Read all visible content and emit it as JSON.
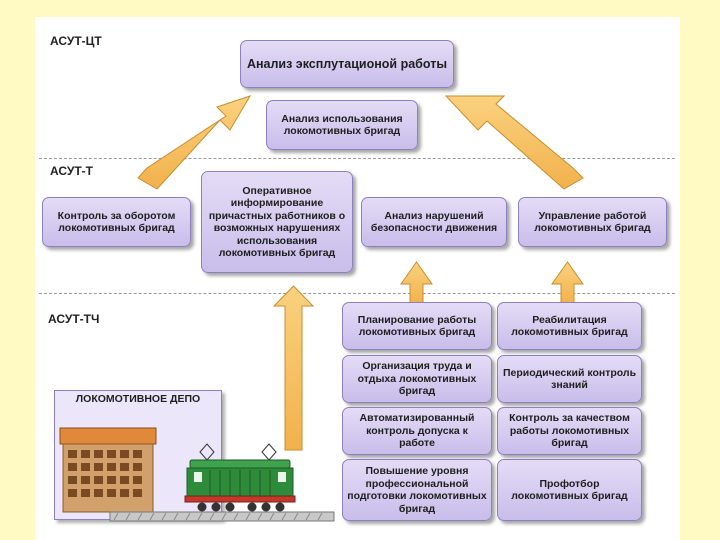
{
  "levels": {
    "ct": "АСУТ-ЦТ",
    "t": "АСУТ-Т",
    "tch": "АСУТ-ТЧ"
  },
  "top": {
    "analysis_main": "Анализ эксплутационой работы",
    "analysis_usage": "Анализ использования локомотивных бригад"
  },
  "middle": {
    "control_turnover": "Контроль за оборотом локомотивных бригад",
    "operative_info": "Оперативное информирование причастных работников о возможных нарушениях использования локомотивных бригад",
    "safety_analysis": "Анализ нарушений безопасности движения",
    "work_management": "Управление работой локомотивных бригад"
  },
  "bottom_left": {
    "planning": "Планирование работы локомотивных бригад",
    "organization": "Организация труда и отдыха локомотивных бригад",
    "auto_control": "Автоматизированный контроль допуска к работе",
    "skill_raise": "Повышение уровня профессиональной подготовки локомотивных бригад"
  },
  "bottom_right": {
    "rehabilitation": "Реабилитация локомотивных бригад",
    "periodic_control": "Периодический контроль знаний",
    "quality_control": "Контроль за качеством работы локомотивных бригад",
    "selection": "Профотбор локомотивных бригад"
  },
  "depot": {
    "title": "ЛОКОМОТИВНОЕ ДЕПО"
  },
  "colors": {
    "background": "#fff9c4",
    "box_fill": "#d9d0f2",
    "box_border": "#8e80bf",
    "arrow_fill": "#f7c36a",
    "building_roof": "#e0893a",
    "building_wall": "#d2a06b",
    "locomotive": "#2e8b3a"
  }
}
